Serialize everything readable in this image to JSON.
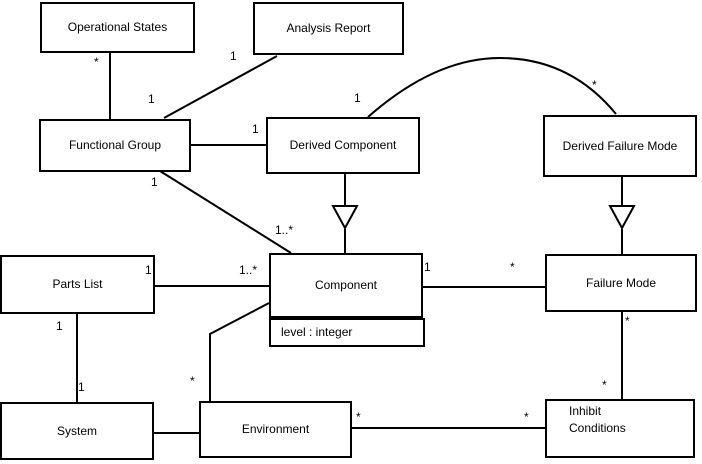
{
  "diagram_type": "uml-class-diagram",
  "colors": {
    "background": "#ffffff",
    "line": "#000000",
    "box_fill": "#ffffff"
  },
  "classes": {
    "operational_states": {
      "name": "Operational States"
    },
    "analysis_report": {
      "name": "Analysis Report"
    },
    "functional_group": {
      "name": "Functional Group"
    },
    "derived_component": {
      "name": "Derived Component"
    },
    "derived_failure_mode": {
      "name": "Derived Failure Mode"
    },
    "parts_list": {
      "name": "Parts List"
    },
    "component": {
      "name": "Component",
      "attributes": [
        "level : integer"
      ]
    },
    "failure_mode": {
      "name": "Failure Mode"
    },
    "system": {
      "name": "System"
    },
    "environment": {
      "name": "Environment"
    },
    "inhibit_conditions": {
      "name": "Inhibit Conditions"
    }
  },
  "associations": [
    {
      "from": "Operational States",
      "to": "Functional Group",
      "from_label": "*",
      "to_label": ""
    },
    {
      "from": "Analysis Report",
      "to": "Functional Group",
      "from_label": "1",
      "to_label": "1"
    },
    {
      "from": "Functional Group",
      "to": "Derived Component",
      "from_label": "",
      "to_label": "1"
    },
    {
      "from": "Functional Group",
      "to": "Component",
      "from_label": "1",
      "to_label": "1..*"
    },
    {
      "from": "Derived Component",
      "to": "Derived Failure Mode",
      "from_label": "1",
      "to_label": "*",
      "shape": "arc"
    },
    {
      "from": "Parts List",
      "to": "Component",
      "from_label": "1",
      "to_label": "1..*"
    },
    {
      "from": "Parts List",
      "to": "System",
      "from_label": "1",
      "to_label": "1"
    },
    {
      "from": "System",
      "to": "Environment",
      "from_label": "",
      "to_label": ""
    },
    {
      "from": "Component",
      "to": "Environment",
      "from_label": "",
      "to_label": "*"
    },
    {
      "from": "Component",
      "to": "Failure Mode",
      "from_label": "1",
      "to_label": "*"
    },
    {
      "from": "Failure Mode",
      "to": "Inhibit Conditions",
      "from_label": "*",
      "to_label": "*"
    },
    {
      "from": "Environment",
      "to": "Inhibit Conditions",
      "from_label": "*",
      "to_label": "*"
    }
  ],
  "generalizations": [
    {
      "child": "Derived Component",
      "parent": "Component"
    },
    {
      "child": "Derived Failure Mode",
      "parent": "Failure Mode"
    }
  ]
}
